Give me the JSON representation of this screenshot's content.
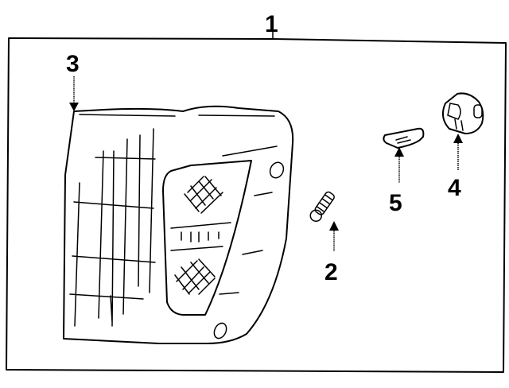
{
  "diagram": {
    "type": "exploded-parts-diagram",
    "subject": "corner / side marker lamp assembly",
    "callouts": [
      {
        "id": "1",
        "label": "1",
        "target": "lamp-assembly-frame"
      },
      {
        "id": "2",
        "label": "2",
        "target": "screw"
      },
      {
        "id": "3",
        "label": "3",
        "target": "lamp-lens-housing"
      },
      {
        "id": "4",
        "label": "4",
        "target": "bulb-socket"
      },
      {
        "id": "5",
        "label": "5",
        "target": "bulb"
      }
    ],
    "colors": {
      "line": "#000000",
      "background": "#ffffff"
    }
  }
}
